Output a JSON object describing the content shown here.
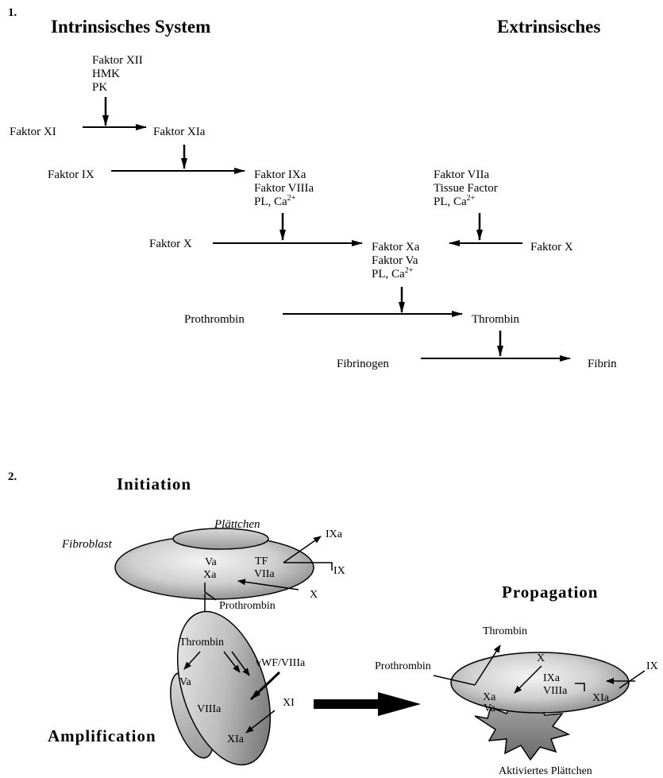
{
  "part1": {
    "number": "1.",
    "title_intrinsic": "Intrinsisches System",
    "title_extrinsic": "Extrinsisches",
    "activators": [
      "Faktor XII",
      "HMK",
      "PK"
    ],
    "faktor_xi": "Faktor XI",
    "faktor_xia": "Faktor XIa",
    "faktor_ix": "Faktor IX",
    "tenase_intrinsic": [
      "Faktor IXa",
      "Faktor VIIIa",
      "PL, Ca"
    ],
    "tenase_extrinsic": [
      "Faktor VIIa",
      "Tissue Factor",
      "PL, Ca"
    ],
    "ca_superscript": "2+",
    "faktor_x_left": "Faktor X",
    "faktor_x_right": "Faktor X",
    "prothrombinase": [
      "Faktor Xa",
      "Faktor Va",
      "PL, Ca"
    ],
    "prothrombin": "Prothrombin",
    "thrombin": "Thrombin",
    "fibrinogen": "Fibrinogen",
    "fibrin": "Fibrin"
  },
  "part2": {
    "number": "2.",
    "initiation": "Initiation",
    "propagation": "Propagation",
    "amplification": "Amplification",
    "init": {
      "plaettchen": "Plättchen",
      "fibroblast": "Fibroblast",
      "ixa": "IXa",
      "va": "Va",
      "xa": "Xa",
      "tf": "TF",
      "viia": "VIIa",
      "ix": "IX",
      "x": "X",
      "prothrombin": "Prothrombin"
    },
    "amp": {
      "thrombin": "Thrombin",
      "vwf": "vWF/VIIIa",
      "va": "Va",
      "xi": "XI",
      "viiia": "VIIIa",
      "xia": "XIa"
    },
    "prop": {
      "thrombin": "Thrombin",
      "prothrombin": "Prothrombin",
      "x": "X",
      "ix": "IX",
      "ixa": "IXa",
      "xa": "Xa",
      "viiia": "VIIIa",
      "xia": "XIa",
      "va": "Va",
      "aktiviertes": "Aktiviertes Plättchen"
    }
  }
}
